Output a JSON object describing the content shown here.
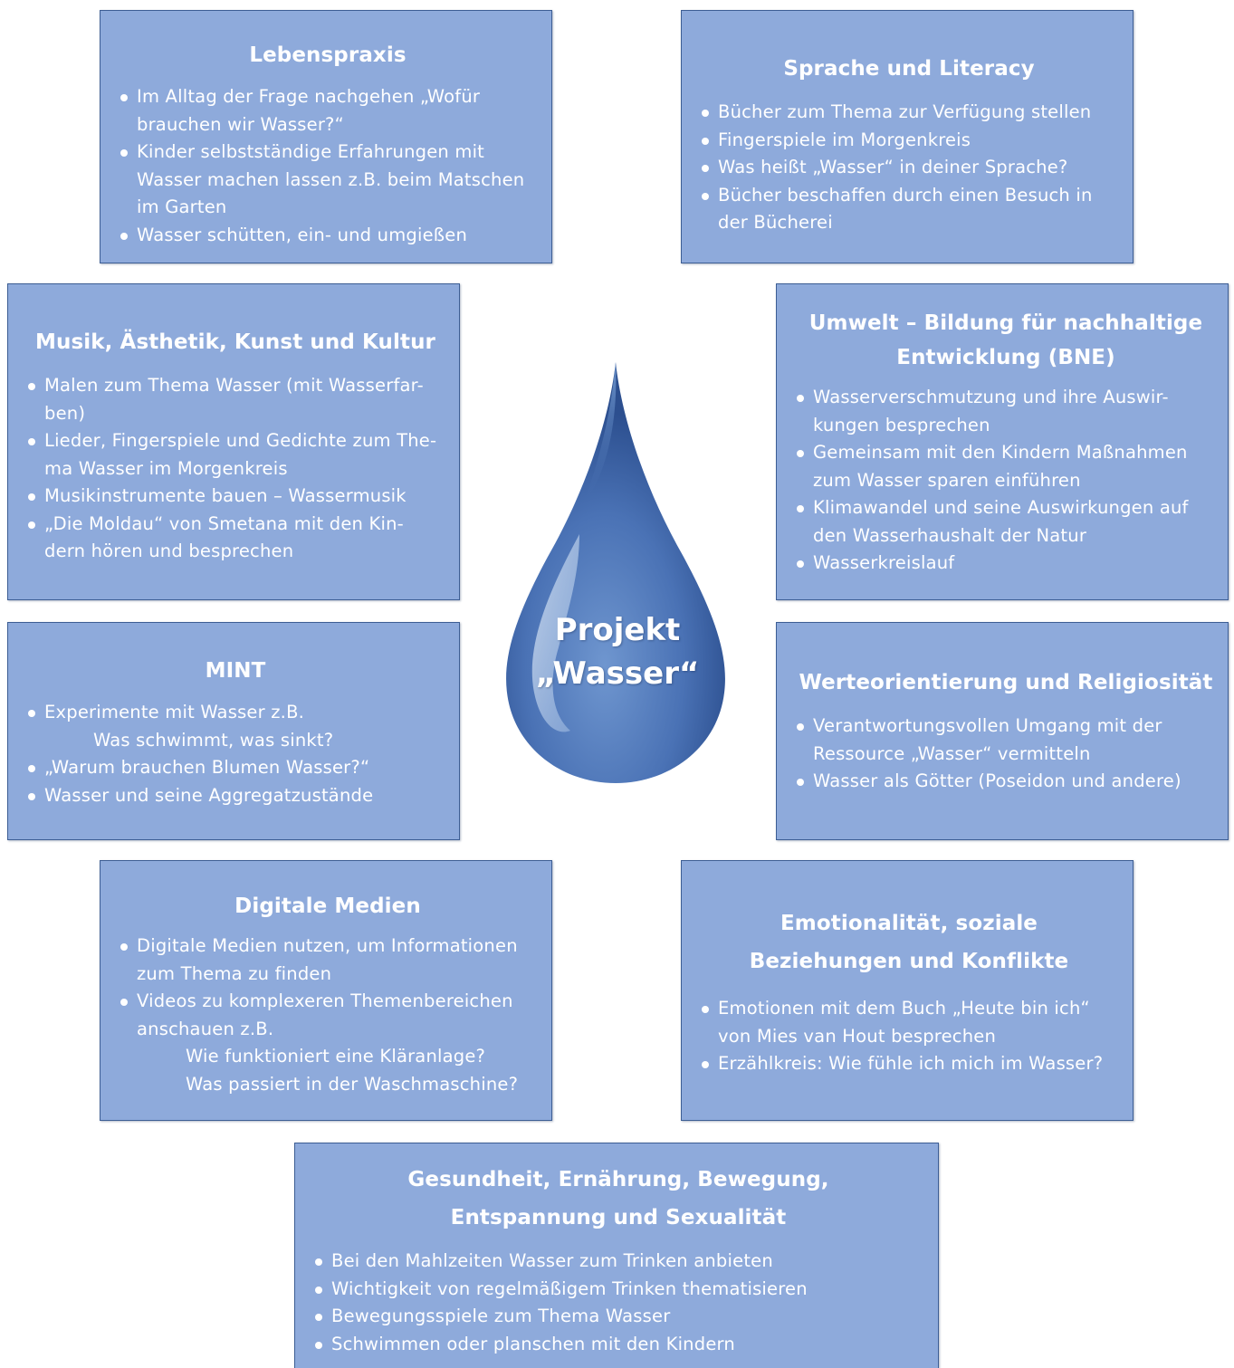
{
  "center": {
    "line1": "Projekt",
    "line2": "„Wasser“"
  },
  "boxes": {
    "lebenspraxis": {
      "title": "Lebenspraxis",
      "items": [
        "Im Alltag der Frage nachgehen „Wofür brauchen wir Wasser?“",
        "Kinder selbstständige Erfahrungen mit Wasser machen lassen z.B. beim Matschen im Garten",
        "Wasser schütten, ein- und umgießen"
      ]
    },
    "sprache": {
      "title": "Sprache und Literacy",
      "items": [
        "Bücher zum Thema zur Verfügung stellen",
        "Fingerspiele im Morgenkreis",
        "Was heißt „Wasser“ in deiner Sprache?",
        "Bücher beschaffen durch einen Besuch in der Bücherei"
      ]
    },
    "musik": {
      "title": "Musik, Ästhetik, Kunst und Kultur",
      "items": [
        "Malen zum Thema Wasser (mit Wasserfar-ben)",
        "Lieder, Fingerspiele und Gedichte zum The-ma Wasser im Morgenkreis",
        "Musikinstrumente bauen – Wassermusik",
        "„Die Moldau“ von Smetana mit den Kin-dern hören und besprechen"
      ]
    },
    "umwelt": {
      "title_line1": "Umwelt – Bildung für nachhaltige",
      "title_line2": "Entwicklung (BNE)",
      "items": [
        "Wasserverschmutzung und ihre Auswir-kungen besprechen",
        "Gemeinsam mit den Kindern Maßnahmen zum Wasser sparen einführen",
        "Klimawandel und seine Auswirkungen auf den Wasserhaushalt der Natur",
        "Wasserkreislauf"
      ]
    },
    "mint": {
      "title": "MINT",
      "item1": "Experimente mit Wasser z.B.",
      "item1_sub": "Was schwimmt, was sinkt?",
      "item2": "„Warum brauchen Blumen Wasser?“",
      "item3": "Wasser und seine Aggregatzustände"
    },
    "werte": {
      "title": "Werteorientierung und Religiosität",
      "items": [
        "Verantwortungsvollen Umgang mit der Ressource „Wasser“ vermitteln",
        "Wasser als Götter (Poseidon und andere)"
      ]
    },
    "digital": {
      "title": "Digitale Medien",
      "item1": "Digitale Medien nutzen, um Informationen zum Thema zu finden",
      "item2": "Videos zu komplexeren Themenbereichen anschauen z.B.",
      "item2_sub1": "Wie funktioniert eine Kläranlage?",
      "item2_sub2": "Was passiert in der Waschmaschine?"
    },
    "emotion": {
      "title_line1": "Emotionalität, soziale",
      "title_line2": "Beziehungen und Konflikte",
      "items": [
        "Emotionen mit dem Buch „Heute bin ich“ von Mies van Hout besprechen",
        "Erzählkreis: Wie fühle ich mich im Wasser?"
      ]
    },
    "gesundheit": {
      "title_line1": "Gesundheit, Ernährung, Bewegung,",
      "title_line2": "Entspannung und Sexualität",
      "items": [
        "Bei den Mahlzeiten Wasser zum Trinken anbieten",
        "Wichtigkeit von regelmäßigem Trinken thematisieren",
        "Bewegungsspiele zum Thema Wasser",
        "Schwimmen oder planschen mit den Kindern"
      ]
    }
  },
  "colors": {
    "box_fill": "#8eaadb",
    "box_border": "#3d5e94",
    "drop_dark": "#2f5597",
    "drop_light": "#9dc3e6"
  }
}
